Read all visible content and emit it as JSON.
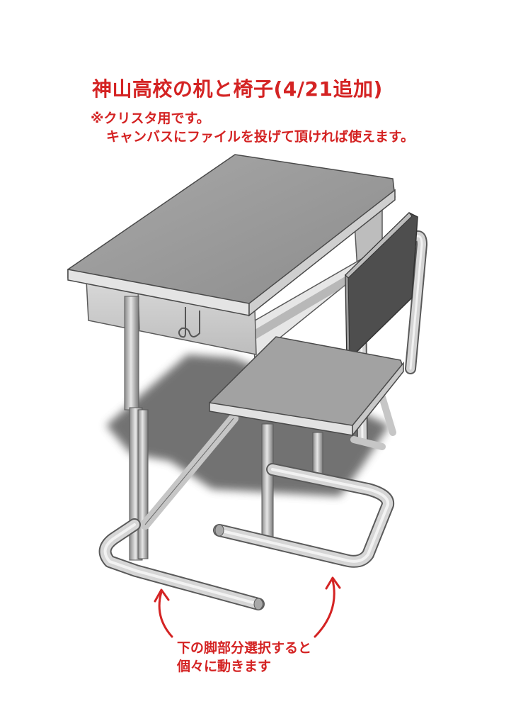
{
  "title": "神山高校の机と椅子(4/21追加)",
  "note_line1": "※クリスタ用です。",
  "note_line2": "キャンバスにファイルを投げて頂ければ使えます。",
  "caption_line1": "下の脚部分選択すると",
  "caption_line2": "個々に動きます",
  "colors": {
    "accent_red": "#d42323",
    "metal_light": "#dadada",
    "metal_mid": "#b4b4b4",
    "metal_dark": "#7c7c7c",
    "board_top": "#9a9a9a",
    "backrest": "#4e4e4e",
    "shadow": "#5a5a5a"
  }
}
